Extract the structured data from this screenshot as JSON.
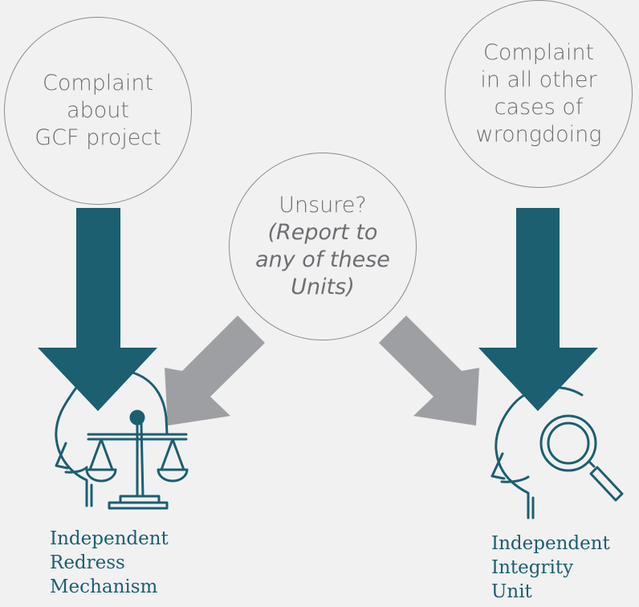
{
  "colors": {
    "teal": "#1b5f70",
    "gray_arrow": "#9d9fa2",
    "circle_text": "#6d6e71"
  },
  "circles": {
    "gcf": {
      "lines": [
        "Complaint",
        "about",
        "GCF project"
      ]
    },
    "other": {
      "lines": [
        "Complaint",
        "in all other",
        "cases of",
        "wrongdoing"
      ]
    },
    "unsure": {
      "title": "Unsure?",
      "lines": [
        "(Report to",
        "any of these",
        "Units)"
      ]
    }
  },
  "units": {
    "irm": {
      "icon": "scales-head-icon",
      "lines": [
        "Independent",
        "Redress",
        "Mechanism"
      ]
    },
    "iiu": {
      "icon": "magnifier-head-icon",
      "lines": [
        "Independent",
        "Integrity",
        "Unit"
      ]
    }
  }
}
